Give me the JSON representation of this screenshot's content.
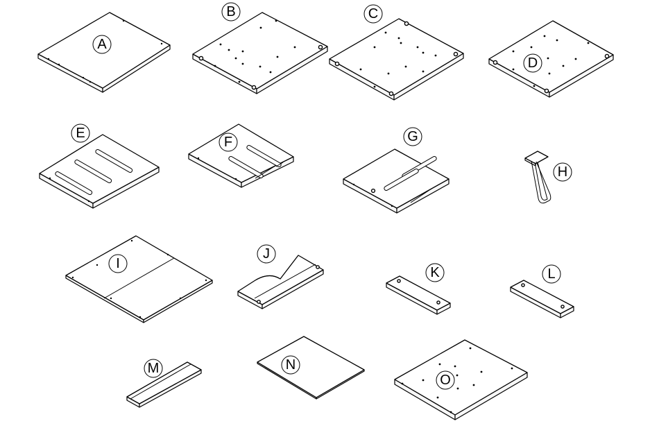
{
  "diagram": {
    "parts": [
      {
        "id": "A",
        "label": "A",
        "kind": "panel"
      },
      {
        "id": "B",
        "label": "B",
        "kind": "panel"
      },
      {
        "id": "C",
        "label": "C",
        "kind": "panel"
      },
      {
        "id": "D",
        "label": "D",
        "kind": "panel"
      },
      {
        "id": "E",
        "label": "E",
        "kind": "slotted-panel"
      },
      {
        "id": "F",
        "label": "F",
        "kind": "slotted-panel"
      },
      {
        "id": "G",
        "label": "G",
        "kind": "slotted-panel"
      },
      {
        "id": "H",
        "label": "H",
        "kind": "hairpin-leg"
      },
      {
        "id": "I",
        "label": "I",
        "kind": "split-panel"
      },
      {
        "id": "J",
        "label": "J",
        "kind": "curved-rail"
      },
      {
        "id": "K",
        "label": "K",
        "kind": "board"
      },
      {
        "id": "L",
        "label": "L",
        "kind": "board"
      },
      {
        "id": "M",
        "label": "M",
        "kind": "board"
      },
      {
        "id": "N",
        "label": "N",
        "kind": "thin-sheet"
      },
      {
        "id": "O",
        "label": "O",
        "kind": "panel"
      }
    ]
  }
}
